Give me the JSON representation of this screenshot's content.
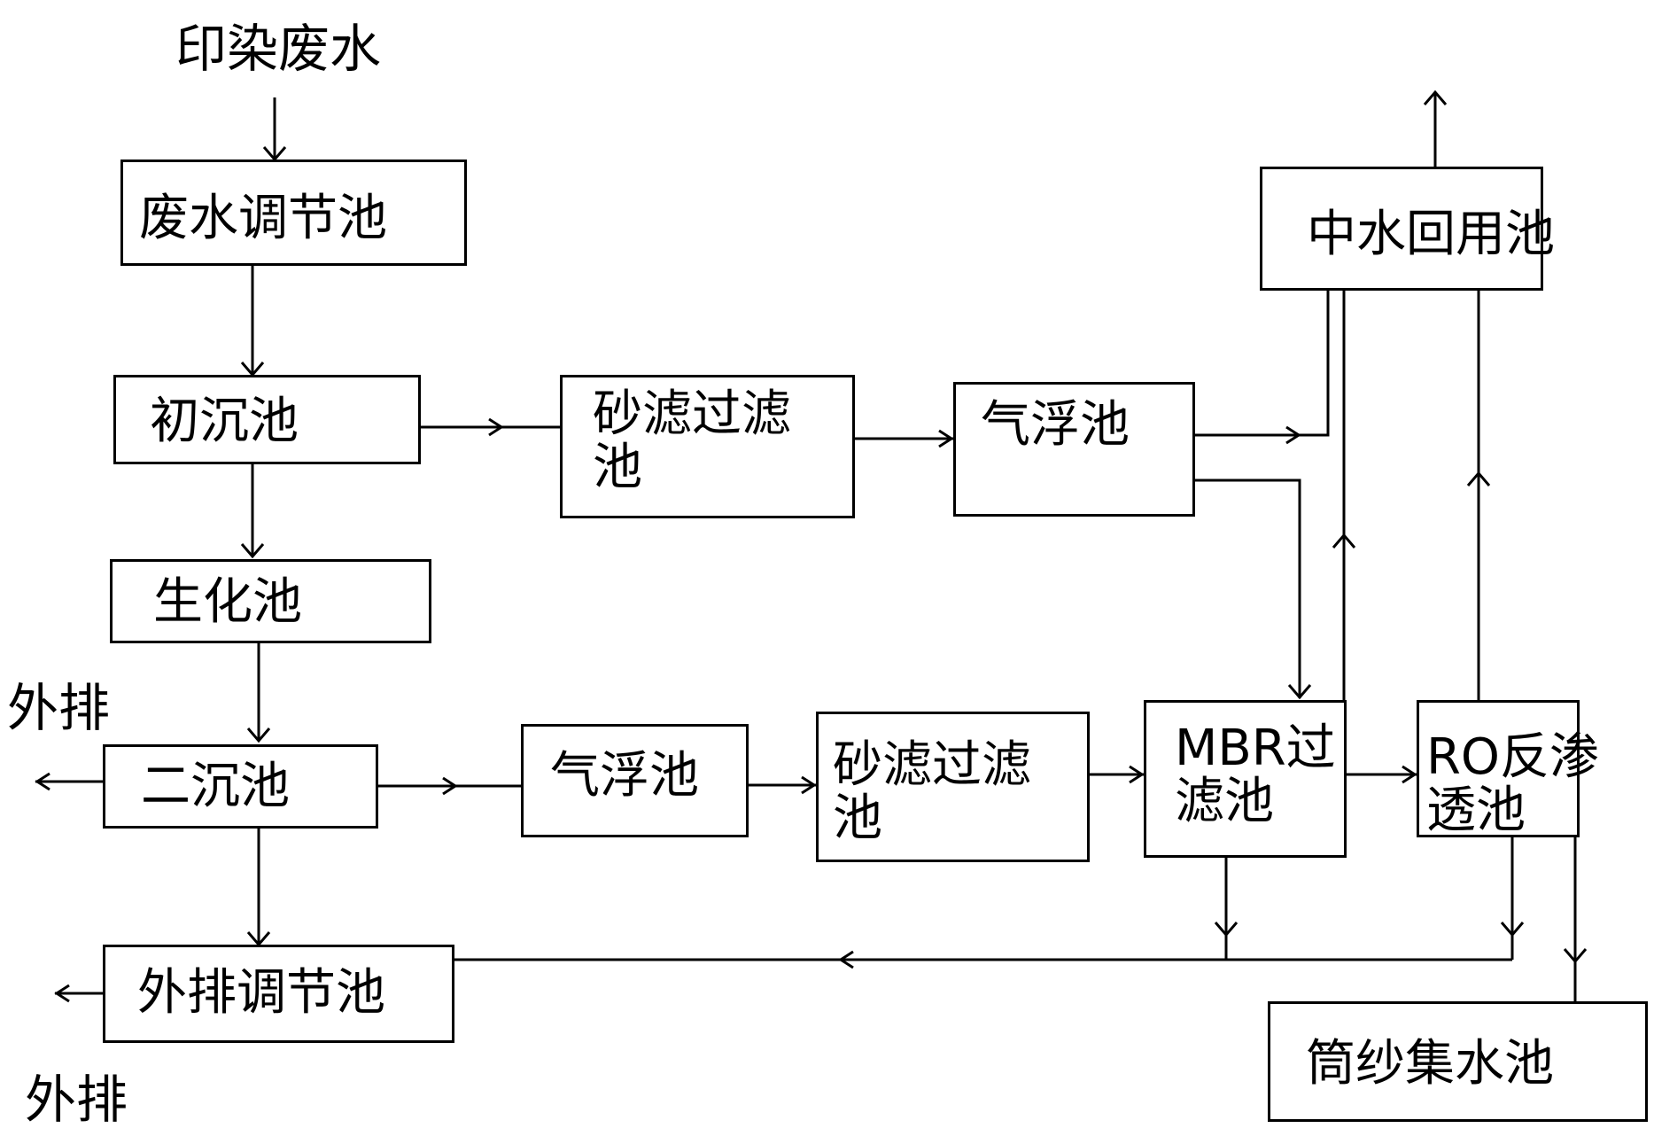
{
  "input_label": "印染废水",
  "discharge_labels": [
    "外排",
    "外排"
  ],
  "nodes": {
    "adjust_tank": "废水调节池",
    "primary_sed": "初沉池",
    "sand_filter_upper_l1": "砂滤过滤",
    "sand_filter_upper_l2": "池",
    "air_float_upper": "气浮池",
    "reuse_tank": "中水回用池",
    "biochem_tank": "生化池",
    "secondary_sed": "二沉池",
    "air_float_lower": "气浮池",
    "sand_filter_lower_l1": "砂滤过滤",
    "sand_filter_lower_l2": "池",
    "mbr_l1": "MBR过",
    "mbr_l2": "滤池",
    "ro_l1": "RO反渗",
    "ro_l2": "透池",
    "discharge_adjust": "外排调节池",
    "yarn_tank": "筒纱集水池"
  }
}
